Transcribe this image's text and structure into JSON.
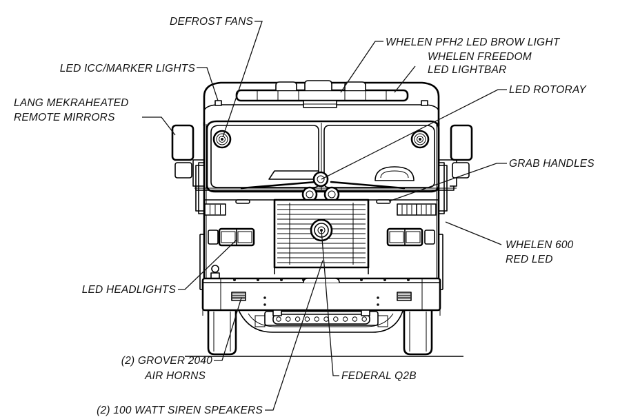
{
  "labels": {
    "defrost_fans": "DEFROST FANS",
    "brow_light": "WHELEN PFH2 LED BROW LIGHT",
    "lightbar_line1": "WHELEN FREEDOM",
    "lightbar_line2": "LED LIGHTBAR",
    "marker_lights": "LED ICC/MARKER LIGHTS",
    "mirrors_line1": "LANG MEKRAHEATED",
    "mirrors_line2": "REMOTE MIRRORS",
    "rotoray": "LED ROTORAY",
    "grab_handles": "GRAB HANDLES",
    "red_led_line1": "WHELEN 600",
    "red_led_line2": "RED LED",
    "headlights": "LED HEADLIGHTS",
    "air_horns_line1": "(2) GROVER 2040",
    "air_horns_line2": "AIR HORNS",
    "federal": "FEDERAL Q2B",
    "siren_speakers": "(2) 100 WATT SIREN SPEAKERS"
  },
  "colors": {
    "line": "#000000",
    "text": "#111111",
    "background": "#ffffff"
  }
}
